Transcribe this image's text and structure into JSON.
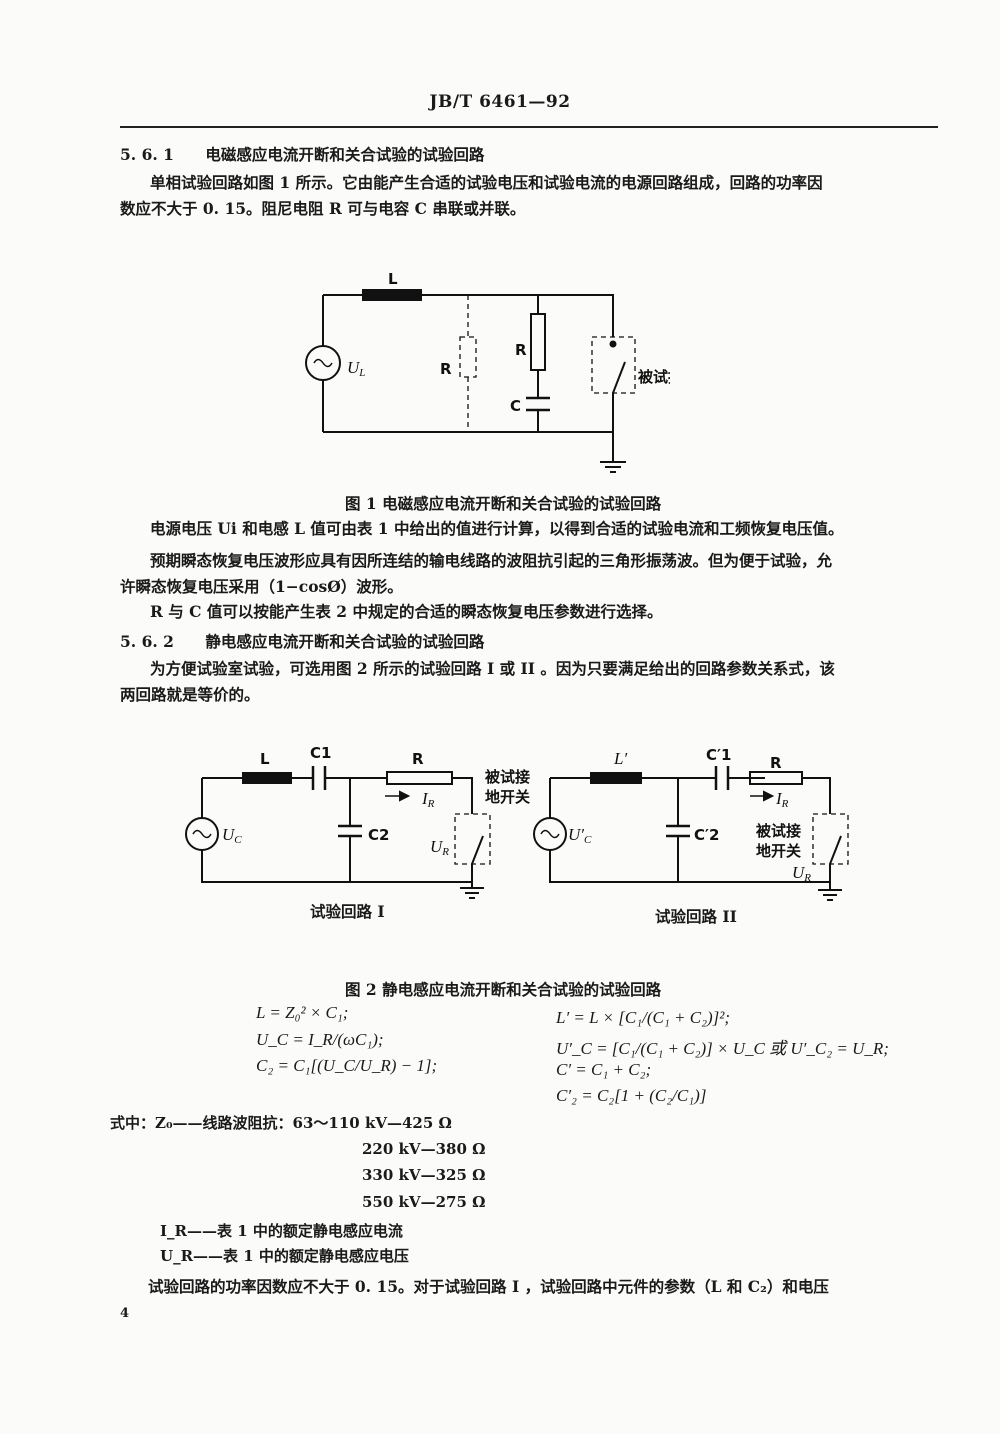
{
  "header": {
    "doc_id": "JB/T 6461—92"
  },
  "sections": {
    "s561": {
      "num": "5. 6. 1",
      "title": "电磁感应电流开断和关合试验的试验回路",
      "para1_line1": "单相试验回路如图 1 所示。它由能产生合适的试验电压和试验电流的电源回路组成，回路的功率因",
      "para1_line2": "数应不大于 0. 15。阻尼电阻 R 可与电容 C 串联或并联。"
    },
    "s562": {
      "num": "5. 6. 2",
      "title": "静电感应电流开断和关合试验的试验回路",
      "para1_line1": "为方便试验室试验，可选用图 2 所示的试验回路 I 或 II 。因为只要满足给出的回路参数关系式，该",
      "para1_line2": "两回路就是等价的。"
    }
  },
  "figure1": {
    "caption": "图 1    电磁感应电流开断和关合试验的试验回路",
    "labels": {
      "L": "L",
      "source": "U",
      "source_sub": "L",
      "R_dashed": "R",
      "R": "R",
      "C": "C",
      "switch": "被试接地开关"
    }
  },
  "after_fig1": {
    "line1": "电源电压 Ui 和电感 L 值可由表 1 中给出的值进行计算，以得到合适的试验电流和工频恢复电压值。",
    "line2": "预期瞬态恢复电压波形应具有因所连结的输电线路的波阻抗引起的三角形振荡波。但为便于试验，允",
    "line3": "许瞬态恢复电压采用（1−cosØ）波形。",
    "line4": "R 与 C 值可以按能产生表 2 中规定的合适的瞬态恢复电压参数进行选择。"
  },
  "figure2": {
    "caption": "图 2    静电感应电流开断和关合试验的试验回路",
    "circuit1": {
      "label": "试验回路 I",
      "L": "L",
      "C1": "C1",
      "R": "R",
      "IR": "I",
      "IR_sub": "R",
      "source": "U",
      "source_sub": "C",
      "C2": "C2",
      "UR": "U",
      "UR_sub": "R",
      "switch_line1": "被试接",
      "switch_line2": "地开关"
    },
    "circuit2": {
      "label": "试验回路 II",
      "L": "L′",
      "C1": "C′1",
      "R": "R",
      "IR": "I",
      "IR_sub": "R",
      "source": "U′",
      "source_sub": "C",
      "C2": "C′2",
      "UR": "U",
      "UR_sub": "R",
      "switch_line1": "被试接",
      "switch_line2": "地开关"
    }
  },
  "equations": {
    "left": [
      "L = Z₀² × C₁;",
      "U_C = I_R/(ωC₁);",
      "C₂ = C₁[(U_C/U_R) − 1];"
    ],
    "right": [
      "L′ = L × [C₁/(C₁ + C₂)]²;",
      "U′_C = [C₁/(C₁ + C₂)] × U_C 或 U′_C₂ = U_R;",
      "C′ = C₁ + C₂;",
      "C′₂ = C₂[1 + (C₂/C₁)]"
    ]
  },
  "definitions": {
    "prefix": "式中：Z₀——线路波阻抗：",
    "z0_values": [
      "63～110 kV—425 Ω",
      "220 kV—380 Ω",
      "330 kV—325 Ω",
      "550 kV—275 Ω"
    ],
    "ir": "I_R——表 1 中的额定静电感应电流",
    "ur": "U_R——表 1 中的额定静电感应电压"
  },
  "final_line": "试验回路的功率因数应不大于 0. 15。对于试验回路 I ，试验回路中元件的参数（L 和 C₂）和电压",
  "page_number": "4"
}
